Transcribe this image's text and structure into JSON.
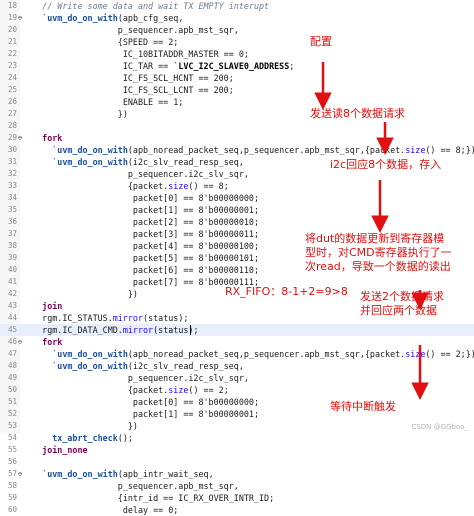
{
  "editor": {
    "lines": [
      {
        "n": "18",
        "fold": "",
        "parts": [
          {
            "t": "    // Write some data and wait TX EMPTY interupt",
            "c": "t-cmt"
          }
        ]
      },
      {
        "n": "19",
        "fold": "⊖",
        "parts": [
          {
            "t": "    `",
            "c": "t-mac"
          },
          {
            "t": "uvm_do_on_with",
            "c": "t-fn"
          },
          {
            "t": "(apb_cfg_seq,",
            "c": ""
          }
        ]
      },
      {
        "n": "20",
        "fold": "",
        "parts": [
          {
            "t": "                   p_sequencer.apb_mst_sqr,",
            "c": ""
          }
        ]
      },
      {
        "n": "21",
        "fold": "",
        "parts": [
          {
            "t": "                   {SPEED == 2;",
            "c": ""
          }
        ]
      },
      {
        "n": "22",
        "fold": "",
        "parts": [
          {
            "t": "                    IC_10BITADDR_MASTER == 0;",
            "c": ""
          }
        ]
      },
      {
        "n": "23",
        "fold": "",
        "parts": [
          {
            "t": "                    IC_TAR == `",
            "c": ""
          },
          {
            "t": "LVC_I2C_SLAVE0_ADDRESS",
            "c": "t-str"
          },
          {
            "t": ";",
            "c": ""
          }
        ]
      },
      {
        "n": "24",
        "fold": "",
        "parts": [
          {
            "t": "                    IC_FS_SCL_HCNT == 200;",
            "c": ""
          }
        ]
      },
      {
        "n": "25",
        "fold": "",
        "parts": [
          {
            "t": "                    IC_FS_SCL_LCNT == 200;",
            "c": ""
          }
        ]
      },
      {
        "n": "26",
        "fold": "",
        "parts": [
          {
            "t": "                    ENABLE == 1;",
            "c": ""
          }
        ]
      },
      {
        "n": "27",
        "fold": "",
        "parts": [
          {
            "t": "                   })",
            "c": ""
          }
        ]
      },
      {
        "n": "28",
        "fold": "",
        "parts": [
          {
            "t": "",
            "c": ""
          }
        ]
      },
      {
        "n": "29",
        "fold": "⊖",
        "parts": [
          {
            "t": "    fork",
            "c": "t-kw"
          }
        ]
      },
      {
        "n": "30",
        "fold": "",
        "parts": [
          {
            "t": "      `",
            "c": "t-mac"
          },
          {
            "t": "uvm_do_on_with",
            "c": "t-fn"
          },
          {
            "t": "(apb_noread_packet_seq,p_sequencer.apb_mst_sqr,{packet.",
            "c": ""
          },
          {
            "t": "size",
            "c": "t-mac"
          },
          {
            "t": "() == 8;})",
            "c": ""
          }
        ]
      },
      {
        "n": "31",
        "fold": "",
        "parts": [
          {
            "t": "      `",
            "c": "t-mac"
          },
          {
            "t": "uvm_do_on_with",
            "c": "t-fn"
          },
          {
            "t": "(i2c_slv_read_resp_seq,",
            "c": ""
          }
        ]
      },
      {
        "n": "32",
        "fold": "",
        "parts": [
          {
            "t": "                     p_sequencer.i2c_slv_sqr,",
            "c": ""
          }
        ]
      },
      {
        "n": "33",
        "fold": "",
        "parts": [
          {
            "t": "                     {packet.",
            "c": ""
          },
          {
            "t": "size",
            "c": "t-mac"
          },
          {
            "t": "() == 8;",
            "c": ""
          }
        ]
      },
      {
        "n": "34",
        "fold": "",
        "parts": [
          {
            "t": "                      packet[0] == 8'b00000000;",
            "c": ""
          }
        ]
      },
      {
        "n": "35",
        "fold": "",
        "parts": [
          {
            "t": "                      packet[1] == 8'b00000001;",
            "c": ""
          }
        ]
      },
      {
        "n": "36",
        "fold": "",
        "parts": [
          {
            "t": "                      packet[2] == 8'b00000010;",
            "c": ""
          }
        ]
      },
      {
        "n": "37",
        "fold": "",
        "parts": [
          {
            "t": "                      packet[3] == 8'b00000011;",
            "c": ""
          }
        ]
      },
      {
        "n": "38",
        "fold": "",
        "parts": [
          {
            "t": "                      packet[4] == 8'b00000100;",
            "c": ""
          }
        ]
      },
      {
        "n": "39",
        "fold": "",
        "parts": [
          {
            "t": "                      packet[5] == 8'b00000101;",
            "c": ""
          }
        ]
      },
      {
        "n": "40",
        "fold": "",
        "parts": [
          {
            "t": "                      packet[6] == 8'b00000110;",
            "c": ""
          }
        ]
      },
      {
        "n": "41",
        "fold": "",
        "parts": [
          {
            "t": "                      packet[7] == 8'b00000111;",
            "c": ""
          }
        ]
      },
      {
        "n": "42",
        "fold": "",
        "parts": [
          {
            "t": "                     })",
            "c": ""
          }
        ]
      },
      {
        "n": "43",
        "fold": "",
        "parts": [
          {
            "t": "    join",
            "c": "t-kw"
          }
        ]
      },
      {
        "n": "44",
        "fold": "",
        "parts": [
          {
            "t": "    rgm.IC_STATUS.",
            "c": ""
          },
          {
            "t": "mirror",
            "c": "t-mac"
          },
          {
            "t": "(status);",
            "c": ""
          }
        ]
      },
      {
        "n": "45",
        "fold": "",
        "current": true,
        "parts": [
          {
            "t": "    rgm.IC_DATA_CMD.",
            "c": ""
          },
          {
            "t": "mirror",
            "c": "t-mac"
          },
          {
            "t": "(status);",
            "c": ""
          }
        ]
      },
      {
        "n": "46",
        "fold": "⊖",
        "parts": [
          {
            "t": "    fork",
            "c": "t-kw"
          }
        ]
      },
      {
        "n": "47",
        "fold": "",
        "parts": [
          {
            "t": "      `",
            "c": "t-mac"
          },
          {
            "t": "uvm_do_on_with",
            "c": "t-fn"
          },
          {
            "t": "(apb_noread_packet_seq,p_sequencer.apb_mst_sqr,{packet.",
            "c": ""
          },
          {
            "t": "size",
            "c": "t-mac"
          },
          {
            "t": "() == 2;})",
            "c": ""
          }
        ]
      },
      {
        "n": "48",
        "fold": "",
        "parts": [
          {
            "t": "      `",
            "c": "t-mac"
          },
          {
            "t": "uvm_do_on_with",
            "c": "t-fn"
          },
          {
            "t": "(i2c_slv_read_resp_seq,",
            "c": ""
          }
        ]
      },
      {
        "n": "49",
        "fold": "",
        "parts": [
          {
            "t": "                     p_sequencer.i2c_slv_sqr,",
            "c": ""
          }
        ]
      },
      {
        "n": "50",
        "fold": "",
        "parts": [
          {
            "t": "                     {packet.",
            "c": ""
          },
          {
            "t": "size",
            "c": "t-mac"
          },
          {
            "t": "() == 2;",
            "c": ""
          }
        ]
      },
      {
        "n": "51",
        "fold": "",
        "parts": [
          {
            "t": "                      packet[0] == 8'b00000000;",
            "c": ""
          }
        ]
      },
      {
        "n": "52",
        "fold": "",
        "parts": [
          {
            "t": "                      packet[1] == 8'b00000001;",
            "c": ""
          }
        ]
      },
      {
        "n": "53",
        "fold": "",
        "parts": [
          {
            "t": "                     })",
            "c": ""
          }
        ]
      },
      {
        "n": "54",
        "fold": "",
        "parts": [
          {
            "t": "      ",
            "c": ""
          },
          {
            "t": "tx_abrt_check",
            "c": "t-fn"
          },
          {
            "t": "();",
            "c": ""
          }
        ]
      },
      {
        "n": "55",
        "fold": "",
        "parts": [
          {
            "t": "    join_none",
            "c": "t-kw"
          }
        ]
      },
      {
        "n": "56",
        "fold": "",
        "parts": [
          {
            "t": "",
            "c": ""
          }
        ]
      },
      {
        "n": "57",
        "fold": "⊖",
        "parts": [
          {
            "t": "    `",
            "c": "t-mac"
          },
          {
            "t": "uvm_do_on_with",
            "c": "t-fn"
          },
          {
            "t": "(apb_intr_wait_seq,",
            "c": ""
          }
        ]
      },
      {
        "n": "58",
        "fold": "",
        "parts": [
          {
            "t": "                   p_sequencer.apb_mst_sqr,",
            "c": ""
          }
        ]
      },
      {
        "n": "59",
        "fold": "",
        "parts": [
          {
            "t": "                   {intr_id == IC_RX_OVER_INTR_ID;",
            "c": ""
          }
        ]
      },
      {
        "n": "60",
        "fold": "",
        "parts": [
          {
            "t": "                    delay == 0;",
            "c": ""
          }
        ]
      }
    ]
  },
  "annotations": {
    "config": "配置",
    "send_read": "发送读8个数据请求",
    "i2c_reply": "i2c回应8个数据，存入",
    "mirror_note": "将dut的数据更新到寄存器模\n型时，对CMD寄存器执行了一\n次read，导致一个数据的读出",
    "rx_fifo": "RX_FIFO：8-1+2=9>8",
    "send_two": "发送2个数据请求\n并回应两个数据",
    "wait_intr": "等待中断触发"
  },
  "watermark": "CSDN @GGboo_",
  "colors": {
    "annotation": "#e01010",
    "keyword": "#7f0055",
    "macro": "#2a00ff",
    "comment": "#6a7d96",
    "current_line": "#e8eefb"
  }
}
